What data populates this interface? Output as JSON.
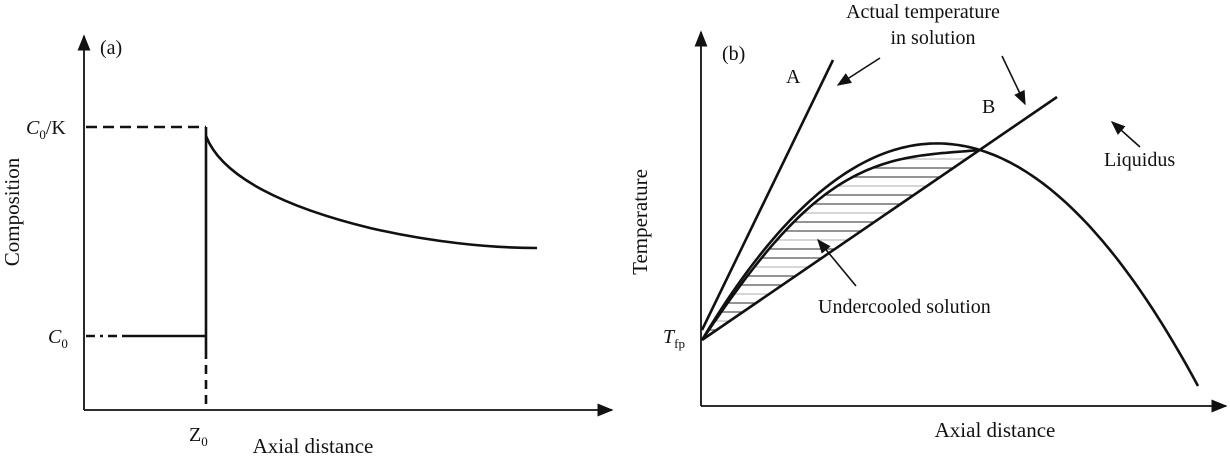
{
  "colors": {
    "ink": "#111111",
    "hatch": "#555555",
    "hatch_light": "#bdbdbd",
    "background": "#ffffff"
  },
  "panel_a": {
    "tag": "(a)",
    "ylabel": "Composition",
    "xlabel": "Axial distance",
    "tick_top": {
      "main": "C",
      "sub": "0",
      "suffix": "/K"
    },
    "tick_bottom": {
      "main": "C",
      "sub": "0"
    },
    "tick_x": {
      "main": "Z",
      "sub": "0"
    }
  },
  "panel_b": {
    "tag": "(b)",
    "ylabel": "Temperature",
    "xlabel": "Axial distance",
    "tick_origin": {
      "main": "T",
      "sub": "fp"
    },
    "curve_a_label": "A",
    "curve_b_label": "B",
    "annotation_actual_line1": "Actual temperature",
    "annotation_actual_line2": "in solution",
    "annotation_liquidus": "Liquidus",
    "annotation_undercooled": "Undercooled solution"
  }
}
